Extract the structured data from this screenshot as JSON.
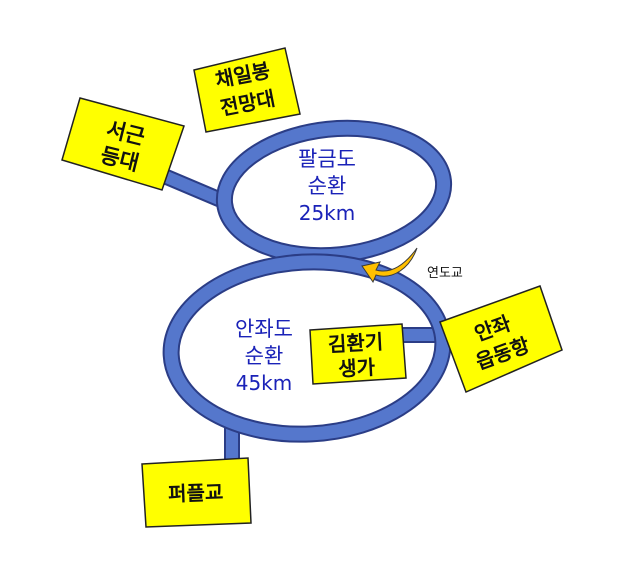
{
  "colors": {
    "road": "#5577cc",
    "road_outline": "#2b3d86",
    "box_fill": "#ffff00",
    "box_outline": "#222222",
    "ring_text": "#1a22b8",
    "arrow_fill": "#ffc000"
  },
  "loops": {
    "palgeum": {
      "line1": "팔금도",
      "line2": "순환",
      "distance": "25km"
    },
    "anjwa": {
      "line1": "안좌도",
      "line2": "순환",
      "distance": "45km"
    }
  },
  "places": {
    "seogeun": {
      "line1": "서근",
      "line2": "등대"
    },
    "chaeilbong": {
      "line1": "채일봉",
      "line2": "전망대"
    },
    "kimhwangi": {
      "line1": "김환기",
      "line2": "생가"
    },
    "anjwa_port": {
      "line1": "안좌",
      "line2": "읍동항"
    },
    "purple_bridge": {
      "line1": "퍼플교"
    }
  },
  "bridge_label": "연도교"
}
